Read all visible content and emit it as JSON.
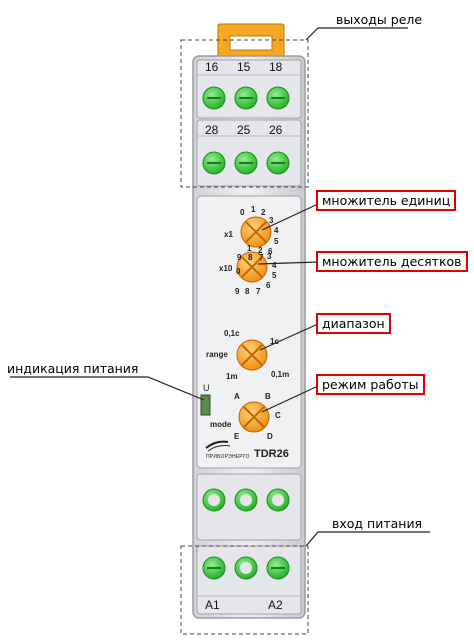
{
  "callouts": {
    "relay_outputs": "выходы реле",
    "unit_multiplier": "множитель единиц",
    "tens_multiplier": "множитель десятков",
    "range": "диапазон",
    "mode": "режим работы",
    "power_indication": "индикация питания",
    "power_input": "вход питания"
  },
  "terminals": {
    "top_row1": [
      "16",
      "15",
      "18"
    ],
    "top_row2": [
      "28",
      "25",
      "26"
    ],
    "bottom": [
      "A1",
      "A2"
    ]
  },
  "dials": {
    "x1": {
      "label": "x1",
      "digits": [
        "0",
        "1",
        "2",
        "3",
        "4",
        "5",
        "6",
        "7",
        "8",
        "9"
      ]
    },
    "x10": {
      "label": "x10",
      "digits": [
        "0",
        "1",
        "2",
        "3",
        "4",
        "5",
        "6",
        "7",
        "8",
        "9"
      ]
    },
    "range": {
      "label": "range",
      "options": [
        "0,1c",
        "1c",
        "0,1m",
        "1m"
      ]
    },
    "mode": {
      "label": "mode",
      "options": [
        "A",
        "B",
        "C",
        "D",
        "E"
      ]
    }
  },
  "led": {
    "label": "U"
  },
  "brand": "ПРИБОРЭНЕРГО",
  "model": "TDR26",
  "colors": {
    "terminal_green": "#3ec93e",
    "dial_orange": "#f5a020",
    "callout_border": "#e00000",
    "led": "#5a8a4a"
  }
}
